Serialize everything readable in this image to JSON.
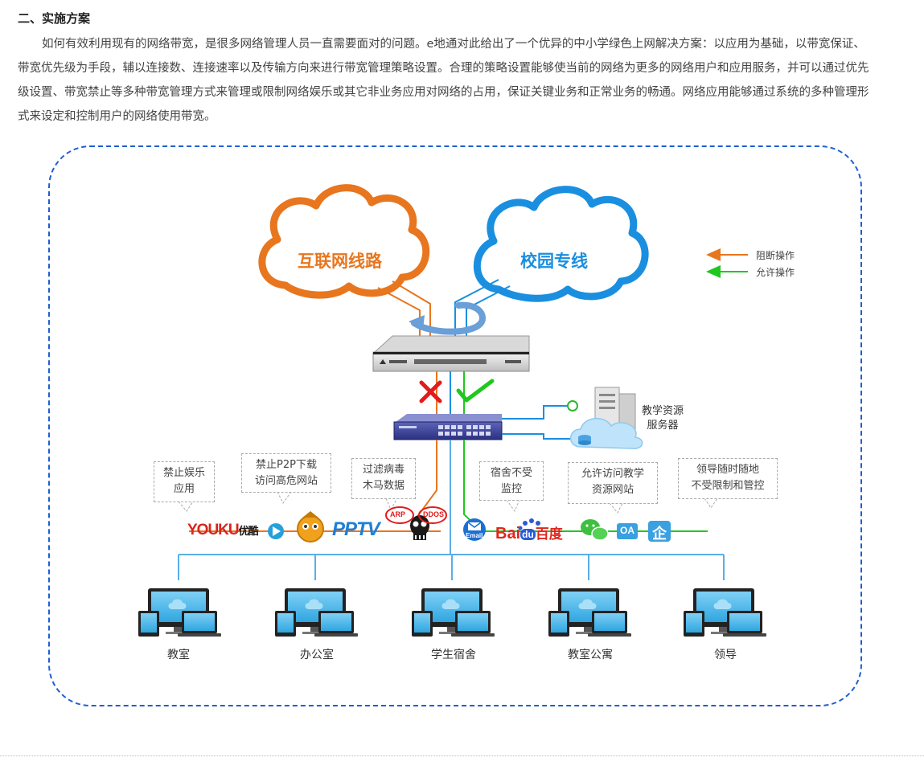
{
  "section": {
    "heading": "二、实施方案",
    "paragraph": "如何有效利用现有的网络带宽，是很多网络管理人员一直需要面对的问题。e地通对此给出了一个优异的中小学绿色上网解决方案：以应用为基础，以带宽保证、带宽优先级为手段，辅以连接数、连接速率以及传输方向来进行带宽管理策略设置。合理的策略设置能够使当前的网络为更多的网络用户和应用服务，并可以通过优先级设置、带宽禁止等多种带宽管理方式来管理或限制网络娱乐或其它非业务应用对网络的占用，保证关键业务和正常业务的畅通。网络应用能够通过系统的多种管理形式来设定和控制用户的网络使用带宽。"
  },
  "diagram": {
    "clouds": {
      "internet": "互联网线路",
      "campus": "校园专线"
    },
    "legend": {
      "block": "阻断操作",
      "allow": "允许操作"
    },
    "server_label_line1": "教学资源",
    "server_label_line2": "服务器",
    "tips": {
      "t1_line1": "禁止娱乐",
      "t1_line2": "应用",
      "t2_line1": "禁止P2P下载",
      "t2_line2": "访问高危网站",
      "t3_line1": "过滤病毒",
      "t3_line2": "木马数据",
      "t4_line1": "宿舍不受",
      "t4_line2": "监控",
      "t5_line1": "允许访问教学",
      "t5_line2": "资源网站",
      "t6_line1": "领导随时随地",
      "t6_line2": "不受限制和管控"
    },
    "brands": {
      "youku": "YOUKU",
      "youku_cn": "优酷",
      "pptv": "PPTV",
      "arp": "ARP",
      "ddos": "DDOS",
      "email": "Email",
      "baidu": "Bai",
      "baidu_du": "du",
      "baidu_cn": "百度",
      "oa": "OA",
      "qi": "企"
    },
    "endpoints": [
      "教室",
      "办公室",
      "学生宿舍",
      "教室公寓",
      "领导"
    ],
    "colors": {
      "block": "#e8761e",
      "allow": "#1fc81f",
      "campus": "#1a8fe0",
      "lan": "#5aaee8",
      "frame": "#1e5fd0"
    }
  }
}
